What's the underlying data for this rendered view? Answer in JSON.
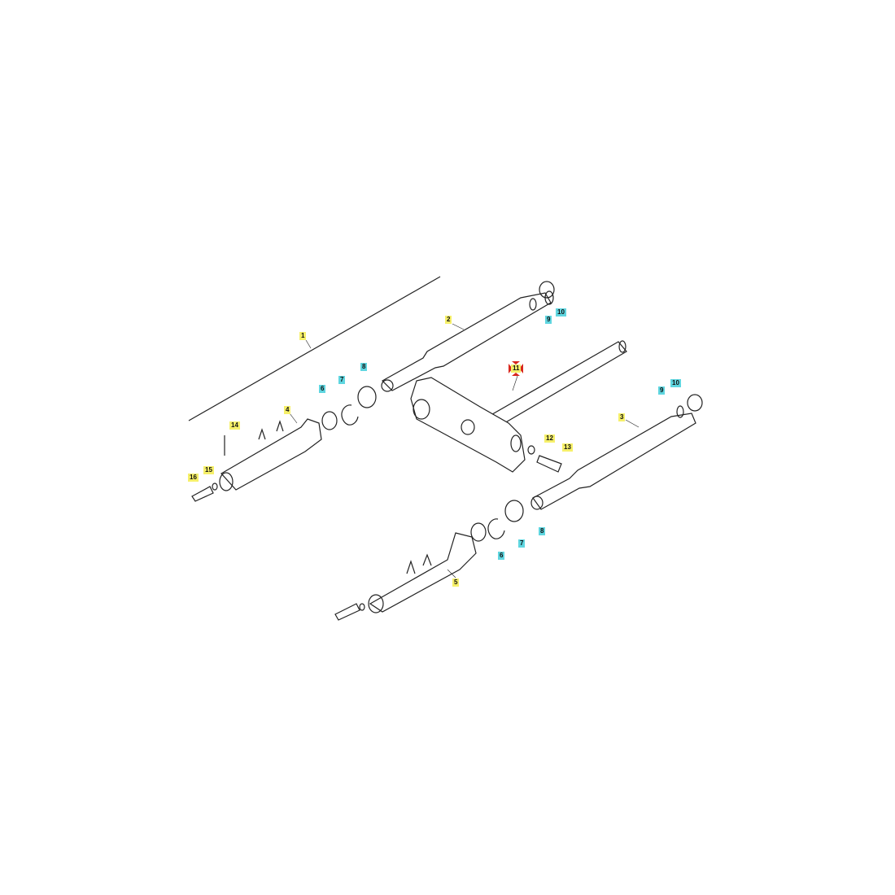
{
  "diagram": {
    "title": "Front fork exploded parts diagram",
    "colors": {
      "main_part": "#f6f06a",
      "sub_part": "#5fd6e0",
      "highlight": "#d8261c",
      "line": "#222222"
    },
    "callouts": [
      {
        "label": "1",
        "kind": "main"
      },
      {
        "label": "2",
        "kind": "main"
      },
      {
        "label": "3",
        "kind": "main"
      },
      {
        "label": "4",
        "kind": "main"
      },
      {
        "label": "5",
        "kind": "main"
      },
      {
        "label": "6",
        "kind": "sub"
      },
      {
        "label": "7",
        "kind": "sub"
      },
      {
        "label": "8",
        "kind": "sub"
      },
      {
        "label": "9",
        "kind": "sub"
      },
      {
        "label": "10",
        "kind": "sub"
      },
      {
        "label": "11",
        "kind": "selected"
      },
      {
        "label": "12",
        "kind": "main"
      },
      {
        "label": "13",
        "kind": "main"
      },
      {
        "label": "14",
        "kind": "main"
      },
      {
        "label": "15",
        "kind": "main"
      },
      {
        "label": "16",
        "kind": "main"
      },
      {
        "label": "6",
        "kind": "sub"
      },
      {
        "label": "7",
        "kind": "sub"
      },
      {
        "label": "8",
        "kind": "sub"
      },
      {
        "label": "9",
        "kind": "sub"
      },
      {
        "label": "10",
        "kind": "sub"
      }
    ]
  }
}
